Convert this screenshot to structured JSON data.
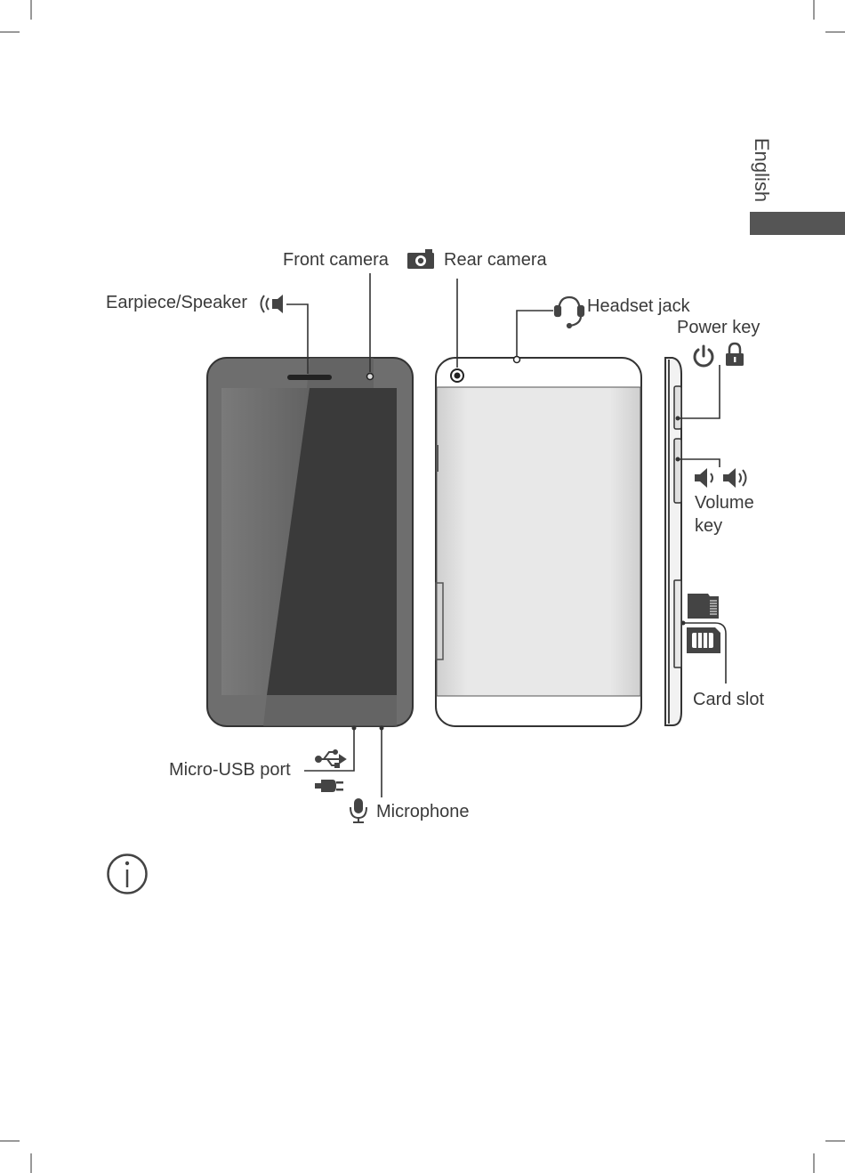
{
  "language_tab": "English",
  "labels": {
    "front_camera": "Front camera",
    "rear_camera": "Rear camera",
    "earpiece_speaker": "Earpiece/Speaker",
    "headset_jack": "Headset jack",
    "power_key": "Power key",
    "volume_key_line1": "Volume",
    "volume_key_line2": "key",
    "card_slot": "Card slot",
    "micro_usb_port": "Micro-USB port",
    "microphone": "Microphone"
  },
  "icons": {
    "camera": "camera-icon",
    "speaker": "speaker-icon",
    "headset": "headset-icon",
    "power": "power-icon",
    "lock": "lock-icon",
    "volume_down": "volume-down-icon",
    "volume_up": "volume-up-icon",
    "microsd": "microsd-card-icon",
    "sim": "sim-card-icon",
    "usb": "usb-icon",
    "charger": "charger-plug-icon",
    "microphone": "microphone-icon",
    "info": "info-icon"
  },
  "colors": {
    "device_frame": "#6e6e6e",
    "screen": "#3c3c3c",
    "back_panel": "#e6e6e6",
    "tab": "#555555"
  }
}
